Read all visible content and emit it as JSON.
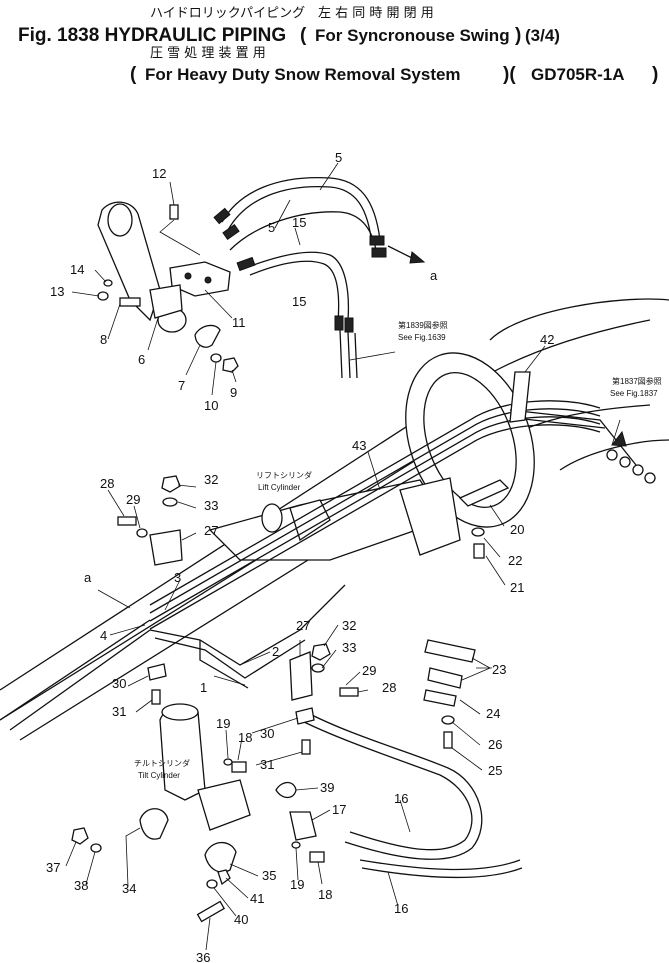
{
  "title": {
    "line1_jp": "ハイドロリックパイピング",
    "line1_jp_paren": "左 右 同 時 開 閉 用",
    "line1_prefix": "Fig. 1838 HYDRAULIC PIPING",
    "line1_paren": "For Syncronouse Swing",
    "line1_suffix": "(3/4)",
    "line2_jp": "圧 雪 処 理 装 置 用",
    "line2_paren": "For Heavy Duty Snow Removal System",
    "line2_model": "GD705R-1A"
  },
  "notes": {
    "see_1839_jp": "第1839図参照",
    "see_1839": "See Fig.1639",
    "see_1837_jp": "第1837図参照",
    "see_1837": "See Fig.1837",
    "lift_cylinder_jp": "リフトシリンダ",
    "lift_cylinder": "Lift Cylinder",
    "tilt_cylinder_jp": "チルトシリンダ",
    "tilt_cylinder": "Tilt Cylinder"
  },
  "ref_letter": "a",
  "callouts": {
    "c5a": "5",
    "c5b": "5",
    "c12": "12",
    "c15a": "15",
    "c15b": "15",
    "c14": "14",
    "c13": "13",
    "c8": "8",
    "c6": "6",
    "c11": "11",
    "c7": "7",
    "c10": "10",
    "c9": "9",
    "c42": "42",
    "c43": "43",
    "c28a": "28",
    "c29a": "29",
    "c32a": "32",
    "c33a": "33",
    "c27a": "27",
    "c20": "20",
    "c22": "22",
    "c21": "21",
    "c3": "3",
    "c4": "4",
    "c2": "2",
    "c27b": "27",
    "c32b": "32",
    "c33b": "33",
    "c23": "23",
    "c30a": "30",
    "c1": "1",
    "c29b": "29",
    "c28b": "28",
    "c31a": "31",
    "c24": "24",
    "c19a": "19",
    "c18a": "18",
    "c30b": "30",
    "c26": "26",
    "c31b": "31",
    "c25": "25",
    "c39": "39",
    "c17": "17",
    "c16a": "16",
    "c37": "37",
    "c38": "38",
    "c34": "34",
    "c35": "35",
    "c41": "41",
    "c19b": "19",
    "c18b": "18",
    "c16b": "16",
    "c40": "40",
    "c36": "36"
  }
}
